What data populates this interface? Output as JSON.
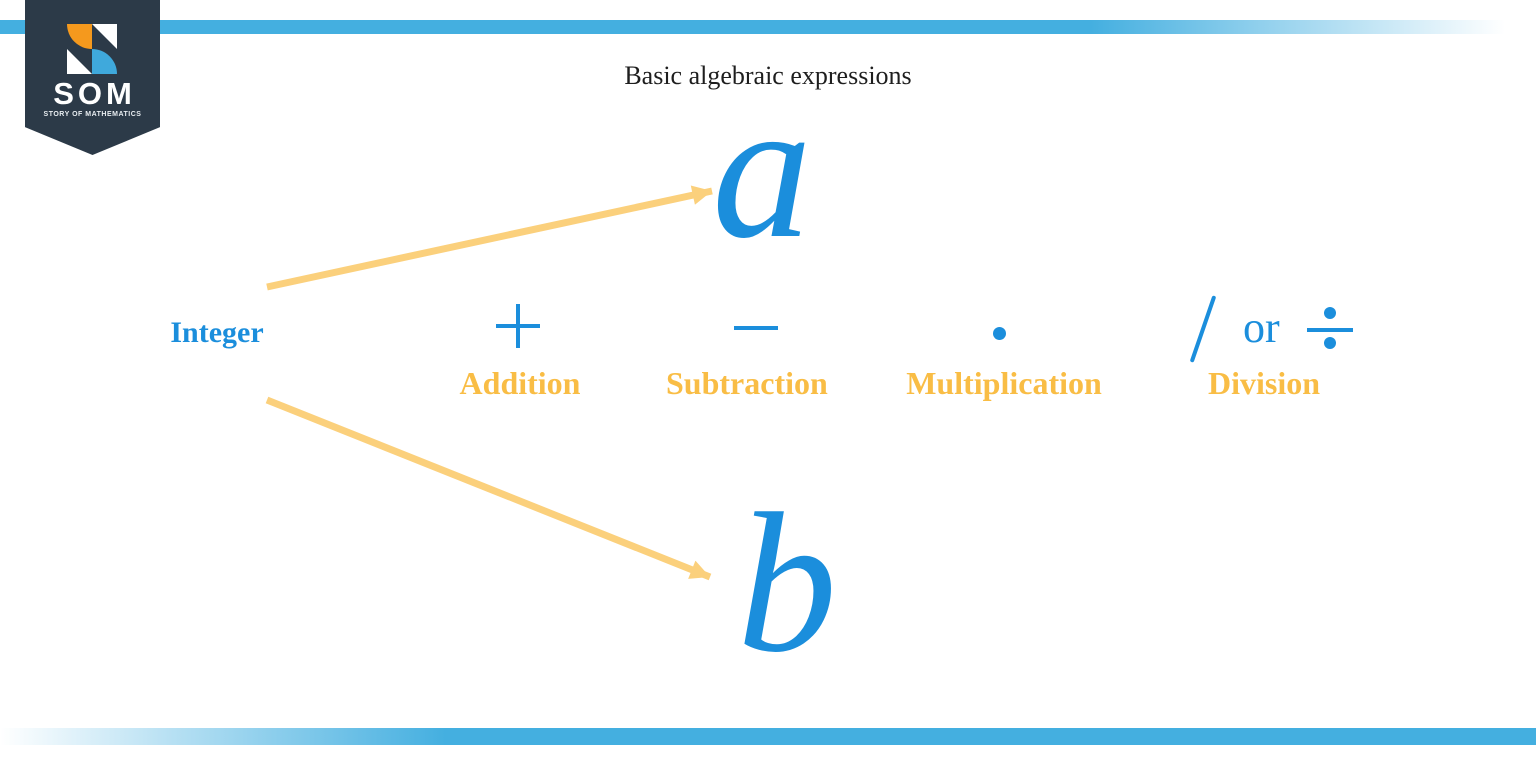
{
  "header": {
    "title": "Basic algebraic expressions"
  },
  "logo": {
    "acronym": "SOM",
    "tagline": "STORY OF MATHEMATICS"
  },
  "diagram": {
    "integer_label": "Integer",
    "variable_a": "a",
    "variable_b": "b",
    "or_label": "or",
    "operations": [
      {
        "label": "Addition",
        "icon": "plus-icon"
      },
      {
        "label": "Subtraction",
        "icon": "minus-icon"
      },
      {
        "label": "Multiplication",
        "icon": "multiplication-dot-icon"
      },
      {
        "label": "Division",
        "icon": "slash-icon / obelus-division-icon"
      }
    ],
    "arrows": [
      {
        "from": "Integer",
        "to": "a"
      },
      {
        "from": "Integer",
        "to": "b"
      }
    ]
  },
  "colors": {
    "accent_blue": "#1b8edc",
    "bar_blue": "#44afe0",
    "gold": "#f9bd45",
    "arrow_yellow": "#fbd07c",
    "navy": "#2c3a48",
    "logo_orange": "#f5991d",
    "logo_blue": "#3fa9dc",
    "title_ink": "#1e1e1e"
  }
}
